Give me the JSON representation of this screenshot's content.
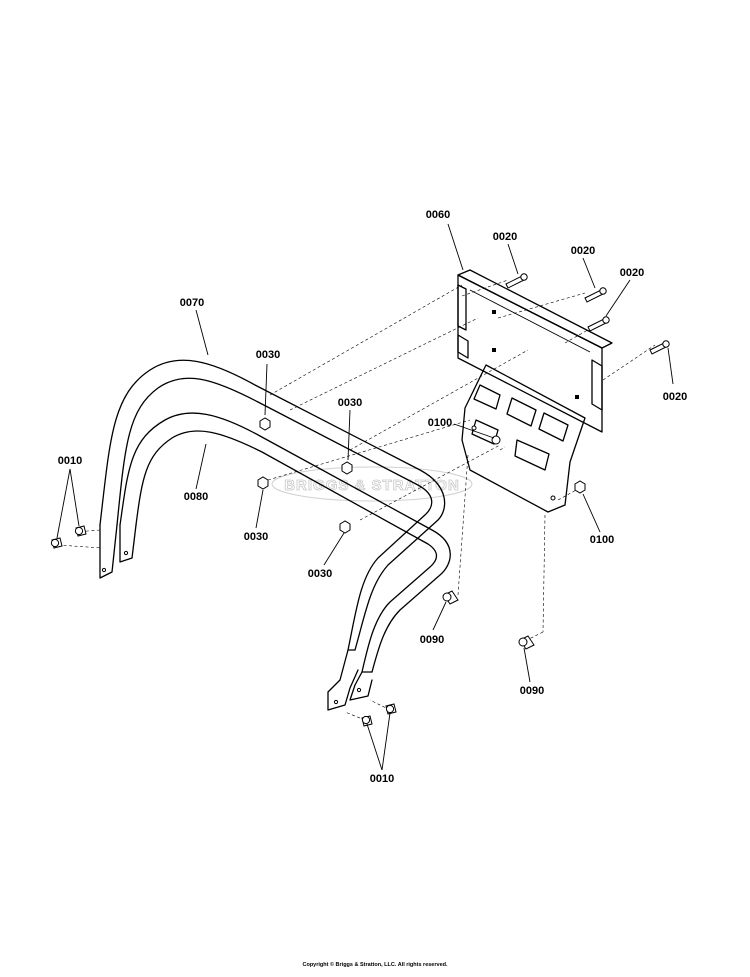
{
  "diagram": {
    "watermark": "BRIGGS & STRATTON",
    "copyright": "Copyright © Briggs & Stratton, LLC. All rights reserved.",
    "callouts": {
      "c0060": "0060",
      "c0020a": "0020",
      "c0020b": "0020",
      "c0020c": "0020",
      "c0020d": "0020",
      "c0070": "0070",
      "c0030a": "0030",
      "c0030b": "0030",
      "c0030c": "0030",
      "c0030d": "0030",
      "c0100a": "0100",
      "c0100b": "0100",
      "c0010a": "0010",
      "c0010b": "0010",
      "c0080": "0080",
      "c0090a": "0090",
      "c0090b": "0090"
    }
  }
}
